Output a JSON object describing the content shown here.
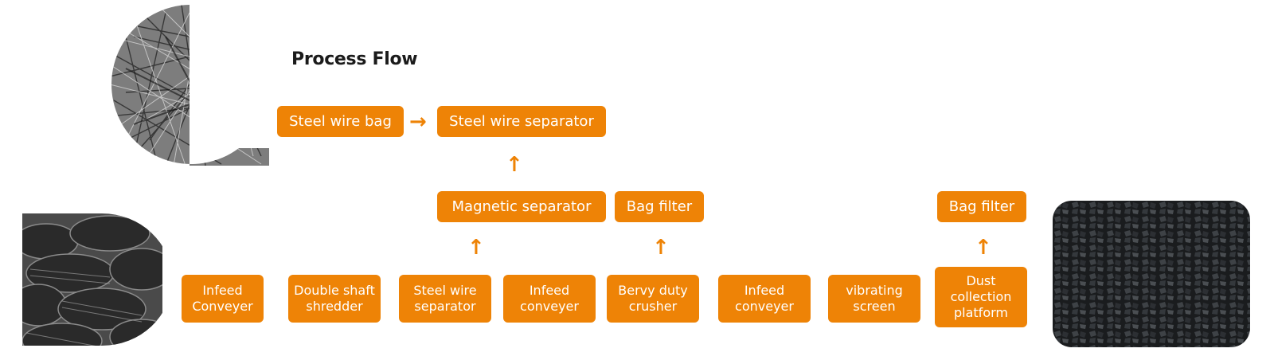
{
  "title": "Process Flow",
  "colors": {
    "accent": "#ee8306",
    "text_on_accent": "#ffffff",
    "title": "#1b1b1b"
  },
  "top_row": {
    "steel_wire_bag": "Steel wire bag",
    "steel_wire_separator": "Steel wire separator"
  },
  "middle_row": {
    "magnetic_separator": "Magnetic separator",
    "bag_filter_1": "Bag filter",
    "bag_filter_2": "Bag filter"
  },
  "bottom_row": {
    "infeed_conveyer": "Infeed\nConveyer",
    "double_shaft_shredder": "Double shaft\nshredder",
    "steel_wire_separator": "Steel wire\nseparator",
    "infeed_conveyer_2": "Infeed\nconveyer",
    "heavy_duty_crusher": "Bervy duty\ncrusher",
    "infeed_conveyer_3": "Infeed\nconveyer",
    "vibrating_screen": "vibrating\nscreen",
    "dust_collection_platform": "Dust\ncollection\nplatform"
  },
  "images": {
    "top_left": "steel wire pile photo",
    "bottom_left": "tire pile photo",
    "bottom_right": "rubber granules photo"
  }
}
